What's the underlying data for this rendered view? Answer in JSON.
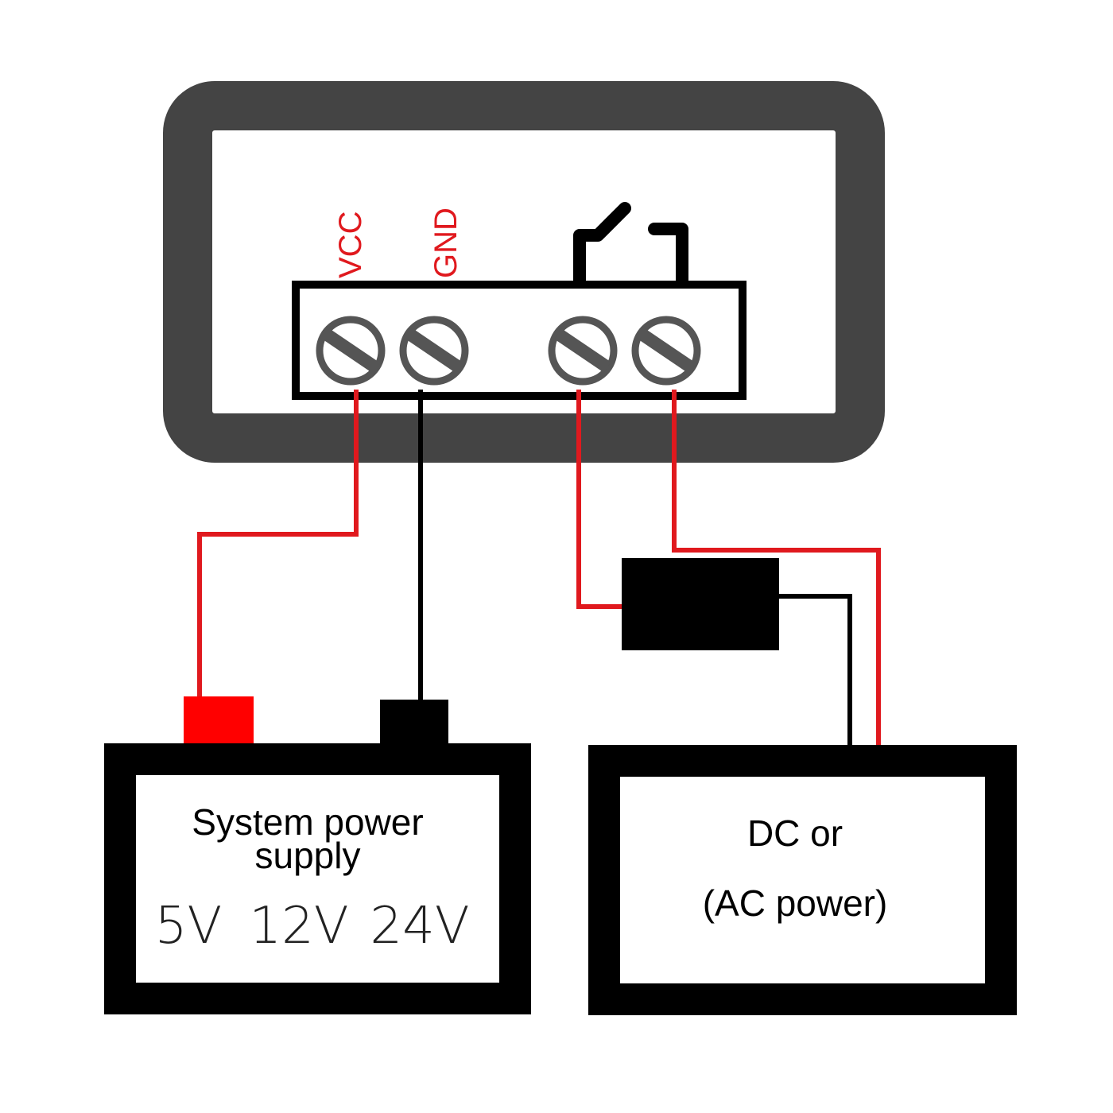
{
  "diagram": {
    "title": "",
    "colors": {
      "module_frame": "#444444",
      "outline": "#000000",
      "screw": "#555555",
      "positive_wire": "#e0191e",
      "negative_wire": "#000000",
      "positive_terminal": "#ff0000",
      "label_red": "#e0191e",
      "background": "#ffffff"
    },
    "module": {
      "terminal_labels": [
        "VCC",
        "GND"
      ],
      "relay_symbol": "normally-open-switch",
      "terminal_count": 4
    },
    "power_supply": {
      "label_line1": "System power",
      "label_line2": "supply",
      "voltages": [
        "5V",
        "12V",
        "24V"
      ]
    },
    "load_supply": {
      "label_line1": "DC or",
      "label_line2": "(AC power)"
    },
    "load_device": {
      "label": ""
    },
    "connections": [
      {
        "from": "VCC",
        "to": "System power supply +",
        "color": "red"
      },
      {
        "from": "GND",
        "to": "System power supply -",
        "color": "black"
      },
      {
        "from": "Relay terminal 1",
        "to": "Load device",
        "color": "red"
      },
      {
        "from": "Relay terminal 2",
        "to": "DC or (AC power)",
        "color": "red"
      },
      {
        "from": "Load device",
        "to": "DC or (AC power)",
        "color": "black"
      }
    ]
  }
}
